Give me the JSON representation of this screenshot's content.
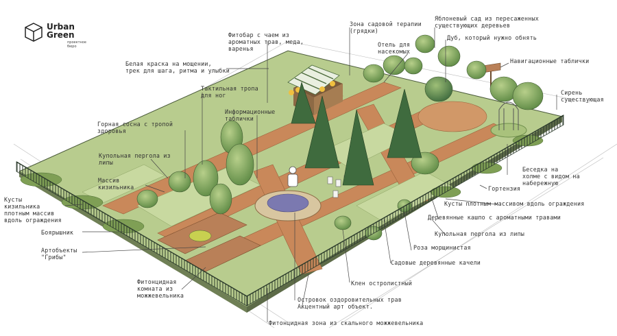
{
  "logo": {
    "name": "Urban\nGreen",
    "subtitle": "проектное\nбюро",
    "icon": "cube-logo-icon"
  },
  "labels": [
    {
      "id": "fitobar",
      "text": "Фитобар с чаем из\nароматных трав, меда,\nваренья"
    },
    {
      "id": "therapy",
      "text": "Зона садовой терапии\n(грядки)"
    },
    {
      "id": "apple",
      "text": "Яблоневый сад из пересаженных\nсуществующих деревьев"
    },
    {
      "id": "insects",
      "text": "Отель для\nнасекомых"
    },
    {
      "id": "oak",
      "text": "Дуб, который нужно обнять"
    },
    {
      "id": "paint",
      "text": "Белая краска на мощении,\nтрек для шага, ритма и улыбки"
    },
    {
      "id": "nav",
      "text": "Навигационные таблички"
    },
    {
      "id": "tactile",
      "text": "Тактильная тропа\nдля ног"
    },
    {
      "id": "lilac",
      "text": "Сирень\nсуществующая"
    },
    {
      "id": "info",
      "text": "Информационные\nтаблички"
    },
    {
      "id": "pine",
      "text": "Горная сосна с тропой\nздоровья"
    },
    {
      "id": "pergola_left",
      "text": "Купольная пергола из\nлипы"
    },
    {
      "id": "gazebo",
      "text": "Беседка на\nхолме с видом на набережную"
    },
    {
      "id": "cotoneaster",
      "text": "Массив\nкизильника"
    },
    {
      "id": "bushes_left",
      "text": "Кусты\nкизильника\nплотным массив\nвдоль ограждения"
    },
    {
      "id": "hydrangea",
      "text": "Гортензия"
    },
    {
      "id": "bushes_right",
      "text": "Кусты плотным массивом вдоль ограждения"
    },
    {
      "id": "barberry",
      "text": "Боярышник"
    },
    {
      "id": "planters",
      "text": "Деревянные кашпо с ароматными травами"
    },
    {
      "id": "pergola_right",
      "text": "Купольная пергола из липы"
    },
    {
      "id": "mushrooms",
      "text": "Артобъекты\n\"Грибы\""
    },
    {
      "id": "rose",
      "text": "Роза морщинистая"
    },
    {
      "id": "benches",
      "text": "Садовые деревянные качели"
    },
    {
      "id": "juniper_room",
      "text": "Фитонцидная\nкомната из\nможжевельника"
    },
    {
      "id": "maple",
      "text": "Клен остролистный"
    },
    {
      "id": "island",
      "text": "Островок оздоровительных трав\nАкцентный арт объект."
    },
    {
      "id": "juniper_zone",
      "text": "Фитонцидная зона из скального можжевельника"
    }
  ],
  "colors": {
    "ink": "#333333",
    "grass": "#a9c27c",
    "grass_dark": "#6f8f4c",
    "tree": "#5c8a46",
    "pine": "#3f6b3e",
    "path": "#c9885a",
    "deck": "#b98058",
    "fence": "#2b3a2b",
    "lavender": "#7b79b0"
  }
}
